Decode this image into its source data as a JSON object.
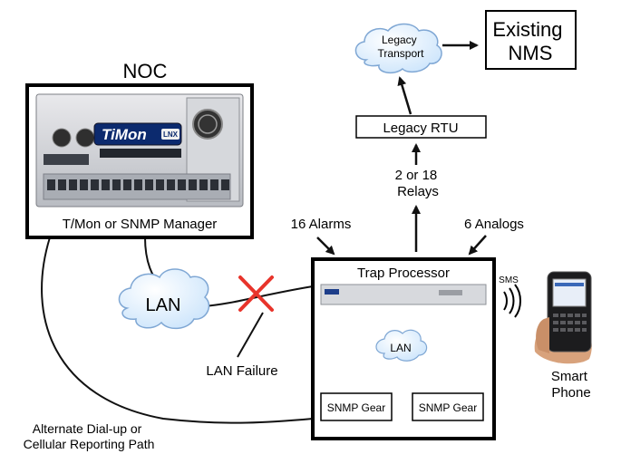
{
  "noc": {
    "heading": "NOC",
    "device_brand": "TiMon",
    "device_badge": "LNX",
    "caption": "T/Mon or SNMP Manager"
  },
  "legacy": {
    "transport": "Legacy\nTransport",
    "nms": "Existing\nNMS",
    "rtu": "Legacy RTU",
    "relays": "2 or 18\nRelays"
  },
  "inputs": {
    "alarms": "16 Alarms",
    "analogs": "6 Analogs"
  },
  "trap_processor": {
    "title": "Trap Processor",
    "lan": "LAN",
    "gear_left": "SNMP Gear",
    "gear_right": "SNMP Gear"
  },
  "network": {
    "lan": "LAN",
    "lan_failure": "LAN Failure",
    "alternate_path": "Alternate Dial-up or\nCellular Reporting Path"
  },
  "mobile": {
    "sms": "SMS",
    "phone_caption": "Smart\nPhone"
  },
  "colors": {
    "failure_x": "#e8342b",
    "cloud_fill": "#dceefc",
    "cloud_stroke": "#7fa7d4"
  }
}
